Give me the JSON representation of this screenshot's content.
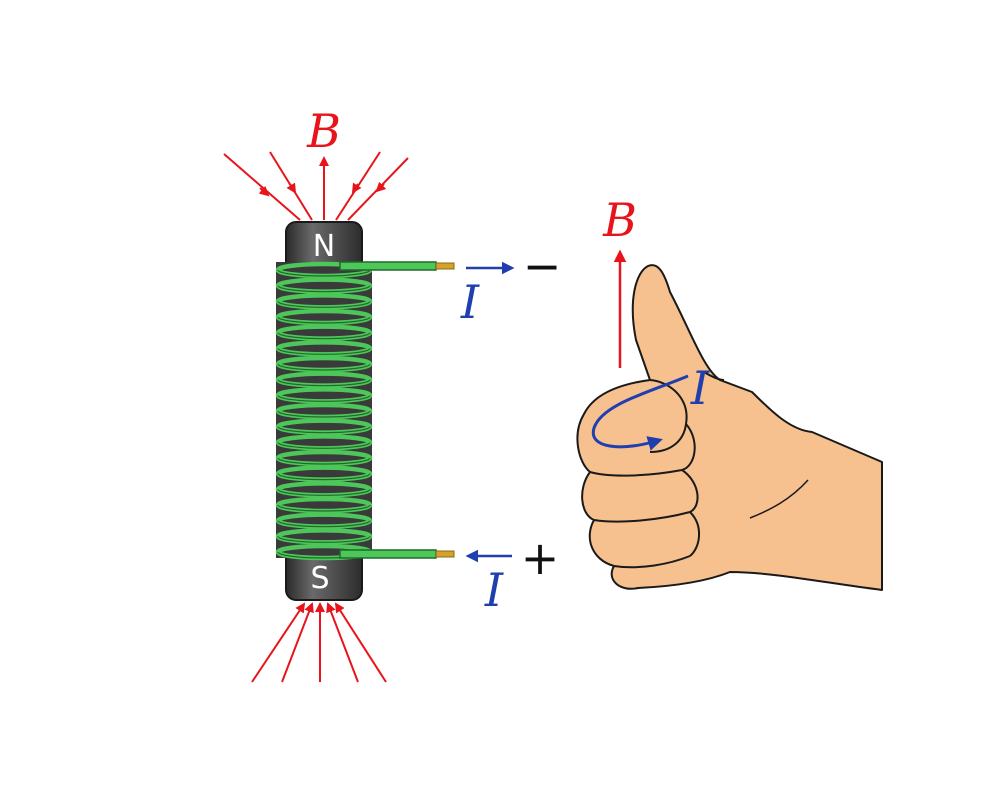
{
  "colors": {
    "field": "#e8141c",
    "current": "#1f3fae",
    "core": "#3d3d3d",
    "coil": "#4ec75a",
    "coil_dark": "#1f6b2a",
    "skin": "#f6c08f",
    "skin_line": "#1a1a1a",
    "wire_tip": "#d4a12a"
  },
  "labels": {
    "field_top": "B",
    "field_hand": "B",
    "pole_north": "N",
    "pole_south": "S",
    "current_top": "I",
    "current_bottom": "I",
    "current_hand": "I",
    "terminal_top": "−",
    "terminal_bottom": "+"
  },
  "icons": {
    "hand": "thumbs-up-right-hand-icon",
    "coil": "solenoid-icon"
  }
}
